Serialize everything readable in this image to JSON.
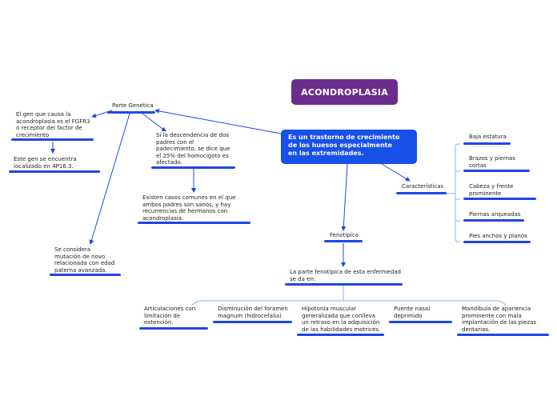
{
  "title": "ACONDROPLASIA",
  "main_topic": "Es un trastorno de crecimiento\nde los huesos especialmente\nen las extremidades.",
  "genetica": {
    "label": "Parte Genética",
    "gen": "El gen que causa la\nacondroplasia es el FGFR3\no receptor del factor de\ncrecimiento",
    "locus": "Este gen se encuentra\nlocalizado en 4P16.3.",
    "descendencia": "Si la descendencia de dos\npadres con el\npadecimiento, se dice que\nel 25% del homocigoto es\nafectado.",
    "comunes": "Existen casos comunes en el que\nambos padres son sanos, y hay\nrecurrencias de hermanos con\nacondroplasia.",
    "mutacion": "Se considera\nmutación de novo\nrelacionada con edad\npaterna avanzada."
  },
  "caracteristicas": {
    "label": "Características",
    "items": [
      "Baja estatura",
      "Brazos y piernas\ncortas",
      "Cabeza y frente\nprominente",
      "Piernas arqueadas",
      "Pies anchos y planos"
    ]
  },
  "fenotipica": {
    "label": "Fenotípica",
    "intro": "La parte fenotípica de esta enfermedad\nse da en:",
    "items": [
      "Articulaciones con\nlimitación de\nextención.",
      "Disminución del foramen\nmagnum (hidrocefalia)",
      "Hipotonía muscular\ngeneralizada que conlleva\nun retraso en la adquisición\nde las habilidades motrices.",
      "Puente nasal\ndeprimido",
      "Mandíbula de apariencia\nprominente con mala\nimplantación de las piezas\ndentarias."
    ]
  },
  "colors": {
    "root": "#6b2d8c",
    "main": "#1751e8",
    "line": "#1f47e6",
    "bracket": "#8eb8e0"
  }
}
